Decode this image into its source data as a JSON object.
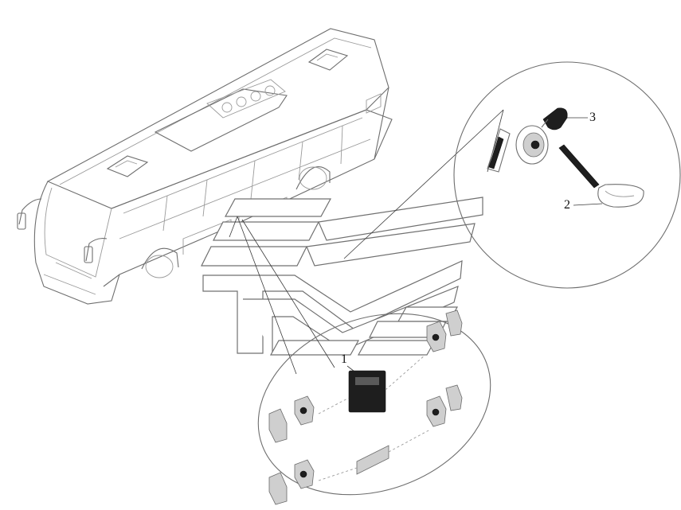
{
  "callouts": [
    {
      "id": "1",
      "text": "1"
    },
    {
      "id": "2",
      "text": "2"
    },
    {
      "id": "3",
      "text": "3"
    }
  ],
  "colors": {
    "line": "#6e6e6e",
    "part": "#1e1e1e",
    "background": "#ffffff"
  }
}
